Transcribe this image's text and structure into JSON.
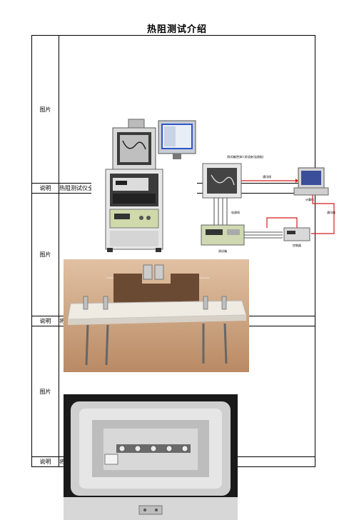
{
  "document": {
    "title": "热阻测试介绍"
  },
  "rows": [
    {
      "label": "图片",
      "caption_label": "说明",
      "caption": "热阻测试仪全景",
      "diagram": {
        "chamber_label": "测试箱(腔体)·测试座(连接板)",
        "box_label": "测试箱",
        "pc_label": "计算机",
        "ctrl_label": "控制器",
        "link_a": "通讯线",
        "link_b": "通讯线",
        "link_c": "电源线"
      }
    },
    {
      "label": "图片",
      "caption_label": "说明",
      "caption": "将材料焊在测试板上，并接在测试座上"
    },
    {
      "label": "图片",
      "caption_label": "说明",
      "caption": "将测试座按照极性方向提示放进烤箱中"
    }
  ],
  "colors": {
    "link_red": "#d41e1e",
    "border": "#000000"
  }
}
